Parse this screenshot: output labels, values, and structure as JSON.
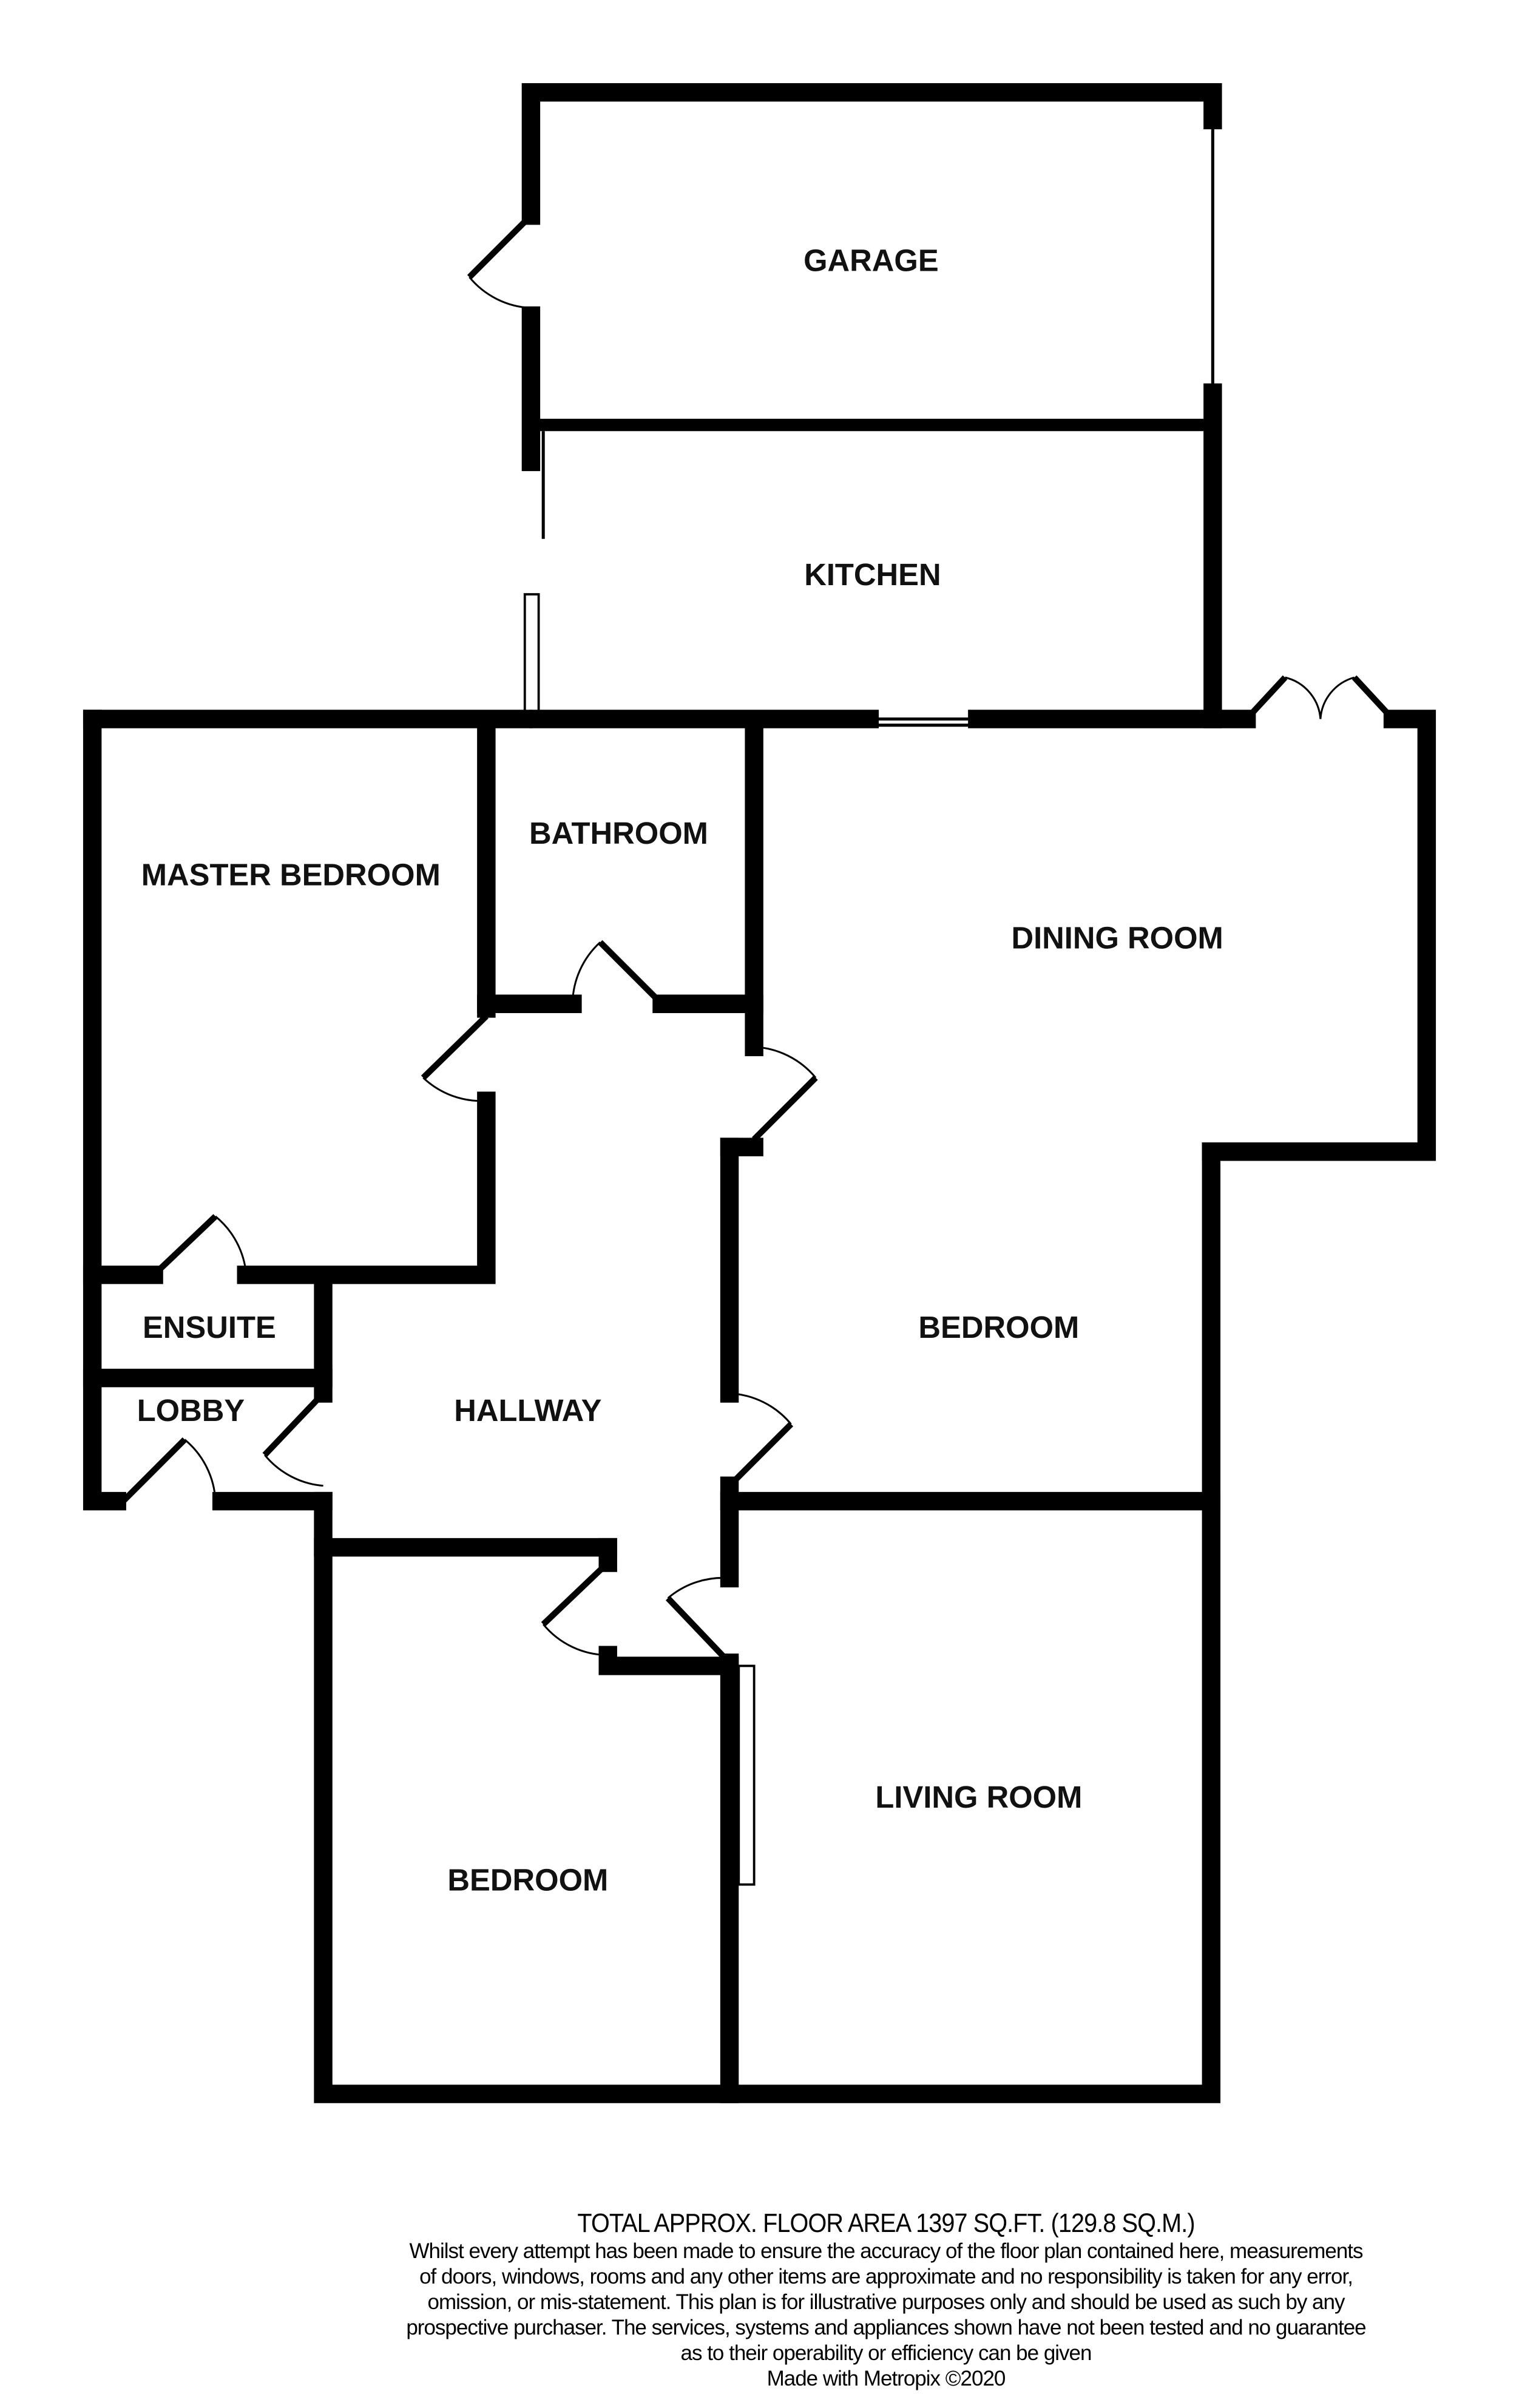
{
  "rooms": {
    "garage": "GARAGE",
    "kitchen": "KITCHEN",
    "master_bedroom": "MASTER BEDROOM",
    "bathroom": "BATHROOM",
    "dining_room": "DINING ROOM",
    "bedroom_1": "BEDROOM",
    "ensuite": "ENSUITE",
    "lobby": "LOBBY",
    "hallway": "HALLWAY",
    "bedroom_2": "BEDROOM",
    "living_room": "LIVING ROOM"
  },
  "footer": {
    "total_area": "TOTAL APPROX. FLOOR AREA 1397 SQ.FT. (129.8 SQ.M.)",
    "disclaimer_lines": [
      "Whilst every attempt has been made to ensure the accuracy of the floor plan contained here, measurements",
      "of doors, windows, rooms and any other items are approximate and no responsibility is taken for any error,",
      "omission, or mis-statement. This plan is for illustrative purposes only and should be used as such by any",
      "prospective purchaser. The services, systems and appliances shown have not been tested and no guarantee",
      "as to their operability or efficiency can be given"
    ],
    "credit": "Made with Metropix ©2020"
  }
}
